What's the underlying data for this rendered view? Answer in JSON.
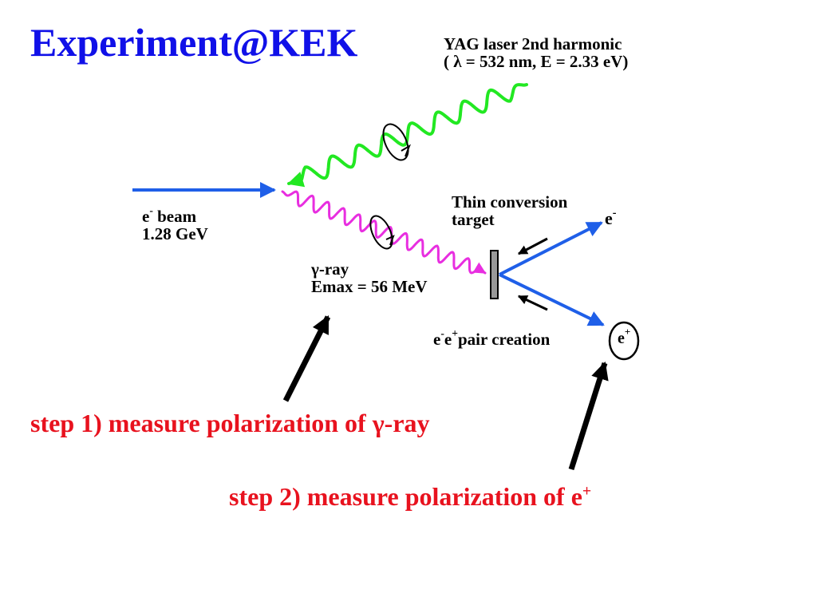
{
  "title": "Experiment@KEK",
  "laser": {
    "line1": "YAG laser 2nd harmonic",
    "line2": "( λ = 532 nm, E = 2.33 eV)"
  },
  "electron_beam": {
    "particle": "e",
    "charge": "-",
    "word": " beam",
    "energy": "1.28 GeV"
  },
  "gamma": {
    "line1": "γ-ray",
    "line2": "Emax = 56 MeV"
  },
  "target": {
    "line1": "Thin conversion",
    "line2": "target"
  },
  "outgoing_electron": {
    "particle": "e",
    "charge": "-"
  },
  "positron": {
    "particle": "e",
    "charge": "+"
  },
  "pair_creation": {
    "e1": "e",
    "c1": "-",
    "e2": "e",
    "c2": "+",
    "text": "pair creation"
  },
  "steps": {
    "step1": "step 1) measure polarization of γ-ray",
    "step2_text": "step 2) measure polarization of e",
    "step2_sup": "+"
  },
  "colors": {
    "title": "#1010e8",
    "step_text": "#e8121e",
    "laser_photon": "#22e822",
    "gamma_photon": "#e82ee0",
    "beam_arrow": "#1f5fe8"
  }
}
